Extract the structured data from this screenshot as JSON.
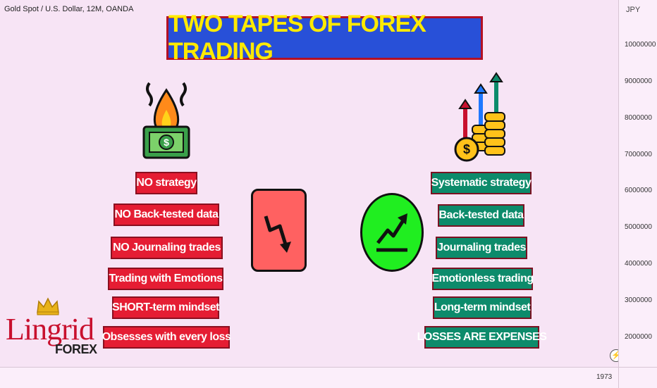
{
  "symbol_title": "Gold Spot / U.S. Dollar, 12M, OANDA",
  "price_scale": {
    "unit": "JPY",
    "ticks": [
      "10000000",
      "9000000",
      "8000000",
      "7000000",
      "6000000",
      "5000000",
      "4000000",
      "3000000",
      "2000000"
    ]
  },
  "time_axis": {
    "label": "1973"
  },
  "headline": "TWO TAPES OF FOREX TRADING",
  "left_items": [
    "NO strategy",
    "NO Back-tested data",
    "NO Journaling trades",
    "Trading with Emotions",
    "SHORT-term mindset",
    "Obsesses with every loss"
  ],
  "right_items": [
    "Systematic strategy",
    "Back-tested data",
    "Journaling trades",
    "Emotionless trading",
    "Long-term mindset",
    "LOSSES ARE EXPENSES"
  ],
  "logo": {
    "name": "Lingrid",
    "sub": "FOREX"
  },
  "icons": {
    "left_top": "burning-money-icon",
    "right_top": "growing-coins-icon",
    "down": "trend-down-icon",
    "up": "trend-up-icon"
  },
  "colors": {
    "red_label": "#e51d33",
    "green_label": "#0d8b6b",
    "title_bg": "#2850d8",
    "title_text": "#ffea00"
  }
}
